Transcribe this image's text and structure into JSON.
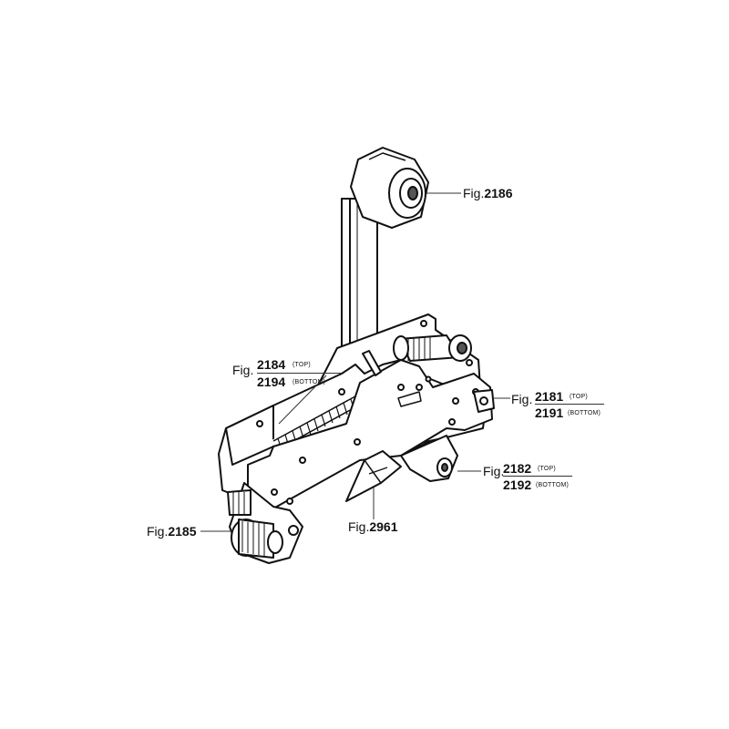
{
  "callouts": {
    "fig_2186": {
      "prefix": "Fig.",
      "number": "2186"
    },
    "fig_2185": {
      "prefix": "Fig.",
      "number": "2185"
    },
    "fig_2961": {
      "prefix": "Fig.",
      "number": "2961"
    },
    "fig_2184": {
      "prefix": "Fig.",
      "top": "2184",
      "top_note": "(TOP)",
      "bottom": "2194",
      "bottom_note": "(BOTTOM)"
    },
    "fig_2181": {
      "prefix": "Fig.",
      "top": "2181",
      "top_note": "(TOP)",
      "bottom": "2191",
      "bottom_note": "(BOTTOM)"
    },
    "fig_2182": {
      "prefix": "Fig.",
      "top": "2182",
      "top_note": "(TOP)",
      "bottom": "2192",
      "bottom_note": "(BOTTOM)"
    }
  },
  "colors": {
    "line": "#111111",
    "fill": "#ffffff",
    "shade": "#555555"
  }
}
